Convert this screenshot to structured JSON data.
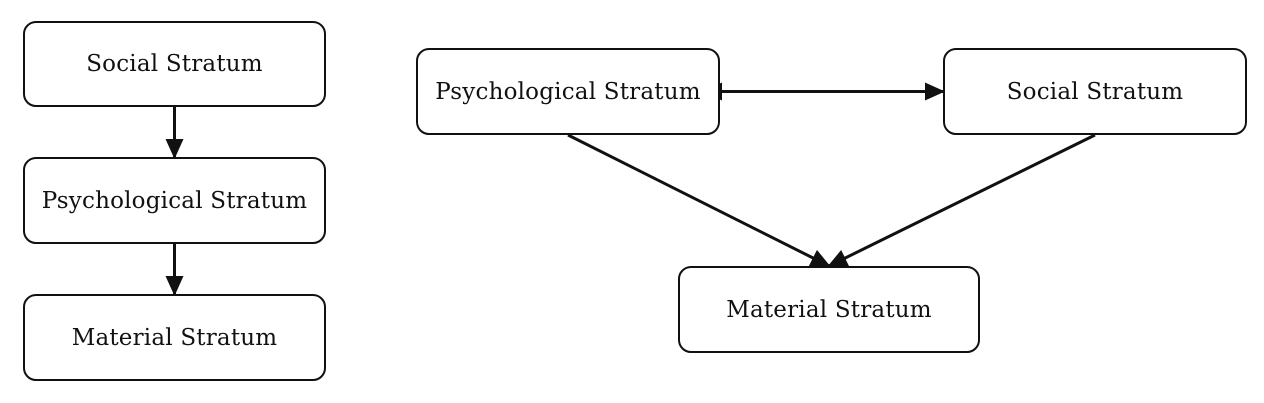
{
  "left_diagram": {
    "nodes": {
      "social": "Social Stratum",
      "psychological": "Psychological Stratum",
      "material": "Material Stratum"
    }
  },
  "right_diagram": {
    "nodes": {
      "psychological": "Psychological Stratum",
      "social": "Social Stratum",
      "material": "Material Stratum"
    }
  },
  "colors": {
    "stroke": "#111111",
    "background": "#ffffff"
  }
}
